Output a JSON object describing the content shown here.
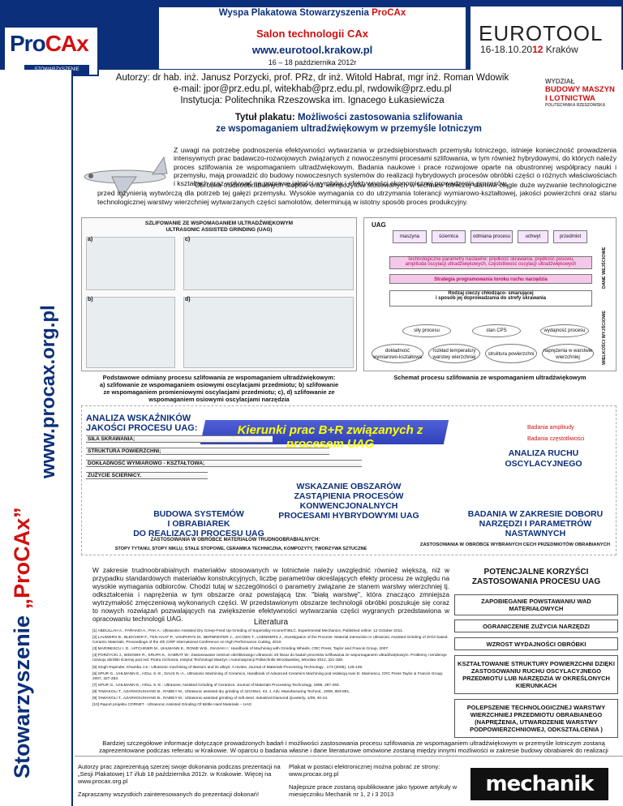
{
  "header": {
    "wystawa_prefix": "Wyspa Plakatowa Stowarzyszenia ",
    "wystawa_brand": "ProCAx",
    "salon": "Salon technologii CAx",
    "url": "www.eurotool.krakow.pl",
    "dates": "16 – 18 października 2012r"
  },
  "logo": {
    "pro": "Pro",
    "cax": "CAx",
    "sub": "STOWARZYSZENIE"
  },
  "eurotool": {
    "name": "EUROTOOL",
    "dates_prefix": "16-18.10.20",
    "dates_year": "12",
    "dates_city": " Kraków"
  },
  "side": {
    "name_prefix": "Stowarzyszenie ",
    "name_brand": "„ProCAx”",
    "url": "www.procax.org.pl"
  },
  "authors": {
    "line1": "Autorzy: dr hab. inż. Janusz Porzycki, prof. PRz, dr inż. Witold Habrat, mgr inż. Roman Wdowik",
    "line2": "e-mail: jpor@prz.edu.pl, witekhab@prz.edu.pl, rwdowik@prz.edu.pl",
    "line3": "Instytucja:  Politechnika Rzeszowska im. Ignacego Łukasiewicza"
  },
  "faculty": {
    "l1": "WYDZIAŁ",
    "l2": "BUDOWY MASZYN",
    "l3": "I LOTNICTWA",
    "l4": "POLITECHNIKA RZESZOWSKA"
  },
  "title": {
    "prefix": "Tytuł plakatu: ",
    "line1": "Możliwości zastosowania szlifowania",
    "line2": "ze wspomaganiem ultradźwiękowym w przemyśle lotniczym"
  },
  "intro": {
    "p1": "Z uwagi na potrzebę podnoszenia efektywności wytwarzania w przedsiębiorstwach przemysłu lotniczego, istnieje konieczność prowadzenia intensywnych prac badawczo-rozwojowych związanych z nowoczesnymi procesami szlifowania, w tym również hybrydowymi, do których należy proces szlifowania ze wspomaganiem ultradźwiękowym. Badania naukowe i prace rozwojowe oparte na obustronnej współpracy nauki i przemysłu, mają prowadzić do budowy nowoczesnych systemów do realizacji hybrydowych procesów obróbki części o różnych właściwościach i kształtach oraz wpływać na poprawę jakości wyrobów i efektywności ekonomicznej prowadzenia procesów.",
    "p2": "Obróbka trudnoobrabialnych stopów oraz kompozytów stosowanych w technice lotniczej stanowi ciągle duże wyzwanie technologiczne przed inżynierią wytwórczą dla potrzeb tej gałęzi przemysłu. Wysokie wymagania co do utrzymania tolerancji wymiarowo-kształtowej, jakości powierzchni oraz stanu technologicznej warstwy wierzchniej wytwarzanych części samolotów, determinują w istotny sposób proces produkcyjny."
  },
  "fig_left": {
    "title1": "SZLIFOWANIE ZE WSPOMAGANIEM ULTRADŹWIĘKOWYM",
    "title2": "ULTRASONIC ASSISTED GRINDING (UAG)",
    "a": "a)",
    "b": "b)",
    "c": "c)",
    "d": "d)",
    "caption1": "Podstawowe odmiany procesu szlifowania ze wspomaganiem ultradźwiękowym:",
    "caption2": "a) szlifowanie ze wspomaganiem osiowymi oscylacjami przedmiotu; b) szlifowanie",
    "caption3": "ze wspomaganiem promieniowymi oscylacjami przedmiotu; c), d) szlifowanie ze",
    "caption4": "wspomaganiem osiowymi oscylacjami narzędzia"
  },
  "fig_right": {
    "head": "UAG",
    "boxes": [
      "maszyna",
      "ściernica",
      "odmiana procesu",
      "uchwyt",
      "przedmiot"
    ],
    "params_line1": "Technologiczne parametry nastawne: prędkość skrawania, prędkość posuwu,",
    "params_line2": "amplituda oscylacji ultradźwiękowych, częstotliwość oscylacji ultradźwiękowych",
    "strategy": "Strategia programowania toroku ruchu narzędzia",
    "coolant1": "Rodzaj cieczy chłodząco- smarującej",
    "coolant2": "i sposób jej doprowadzania do strefy skrawania",
    "ovals": [
      "siły procesu",
      "stan CPS",
      "wydajność procesu"
    ],
    "outputs": [
      "dokładność wymiarowo-kształtowa",
      "rozkład temperatury warstwy wierzchniej",
      "struktura powierzchni",
      "naprężenia w warstwie wierzchniej"
    ],
    "input_label": "DANE WEJŚCIOWE",
    "output_label": "WIELKOŚCI WYJŚCIOWE",
    "caption": "Schemat procesu szlifowania ze wspomaganiem ultradźwiękowym"
  },
  "middle": {
    "analiza1": "ANALIZA WSKAŹNIKÓW",
    "analiza2": "JAKOŚCI PROCESU UAG:",
    "banner": "Kierunki prac B+R związanych z procesem UAG",
    "sila": "SIŁA SKRAWANIA;",
    "struktura": "STRUKTURA POWIERZCHNI;",
    "dokladnosc": "DOKŁADNOŚĆ WYMIAROWO - KSZTAŁTOWA;",
    "zuzycie": "ZUŻYCIE ŚCIERNICY.",
    "amplitudy": "Badania amplitudy",
    "czestotliwosci": "Badania częstotliwości",
    "ruch1": "ANALIZA RUCHU",
    "ruch2": "OSCYLACYJNEGO",
    "wskazanie1": "WSKAZANIE OBSZARÓW",
    "wskazanie2": "ZASTĄPIENIA PROCESÓW",
    "wskazanie3": "KONWENCJONALNYCH",
    "wskazanie4": "PROCESAMI HYBRYDOWYMI UAG",
    "budowa1": "BUDOWA SYSTEMÓW",
    "budowa2": "I OBRABIAREK",
    "budowa3": "DO REALIZACJI PROCESU UAG",
    "doboru1": "BADANIA W ZAKRESIE DOBORU",
    "doboru2": "NARZĘDZI I PARAMETRÓW",
    "doboru3": "NASTAWNYCH",
    "zast1": "ZASTOSOWANIA W OBRÓBCE MATERIAŁÓW TRUDNOOBRABIALNYCH:",
    "zast2": "STOPY TYTANU, STOPY NIKLU, STALE STOPOWE, CERAMIKA TECHNICZNA, KOMPOZYTY, TWORZYWA SZTUCZNE",
    "zast3": "ZASTOSOWANIA W OBRÓBCE WYBRANYCH CECH PRZEDMIOTÓW OBRABIANYCH"
  },
  "summary": "W zakresie trudnoobrabialnych materiałów stosowanych w lotnictwie należy uwzględnić również większą, niż w przypadku standardowych materiałów konstrukcyjnych, liczbę parametrów określających efekty procesu ze względu na wysokie wymagania odbiorców. Chodzi tutaj w szczególności o parametry związane ze stanem warstwy wierzchniej tj. odkształcenia i naprężenia w tym obszarze oraz powstającą tzw. \"białą warstwę\", która znacząco zmniejsza wytrzymałość zmęczeniową wykonanych części. W przedstawionym obszarze technologii obróbki poszukuje się coraz to nowych rozwiązań pozwalających na zwiększenie efektywności wytwarzania części wygranych przedstawiona w opracowaniu technologii UAG.",
  "literatura": "Literatura",
  "refs": [
    "[1] ABDULLAH A., FARHADI A., PAK A.: Ultrasonic-Assisted Dry Creep-Feed Up-Grinding of Superalloy Inconel738LC. Experimental Mechanics, Published online: 12 October 2011.",
    "[2] LAUWERS B., BLEICHER F., TEN HAAF P., VANPARYS M., BERNREITER J., JACOBS T., LOENDERS J., Investigation of the Process- Material Interaction in Ultrasonic Assisted Grinding of ZrO2 based Ceramic Materials. Proceedings of the 4th CIRP International Conference on High Performance Cutting, 2010.",
    "[3] MARINESCU I. D., HITCHINER M., UHLMANN E., ROWE W.B., INASAKI I.: Handbook of Machining with Grinding Wheels. CRC Press, Taylor and Francis Group, 2007.",
    "[4] PORZYCKI J., WDOWIK R., KRUPA K., HABRAT W.: Zastosowanie centrum obróbkowego Ultrasonic 20 linear do badań procesów szlifowania ze wspomaganiem ultradźwiękowym. Problemy i tendencje rozwoju obróbki ściernej pod red. Piotra Cichosza, Instytut Technologii Maszyn i Automatyzacji Politechniki Wrocławskiej, Wrocław 2012, 321-328.",
    "[5] Singh Rupinder, Khamba J.S.: Ultrasonic machining of titanium and its alloys: A review. Journal of Materials Processing Technology , 173 (2006), 125-135.",
    "[6] SPUR G., UHLMANN E., HOLL S.-E., DAUS N.-A., Ultrasonic Machining of Ceramics, Handbook of Advanced Ceramics Machining pod redakcją Ioan D. Marinescu, CRC Press Taylor & Francis Group, 2007, 327-353.",
    "[7] SPUR G., UHLMANN E., HOLL S.-E.: Ultrasonic Assisted Grinding of Ceramics. Journal of Materials Processing Technology, 1996, 287-293.",
    "[8] TAWAKOLI T., AZARHOUSHANG B., RABIEY M., Ultrasonic assisted dry grinding of 42CrMo4. Int. J. Adv. Manufacturing Technol., 2009, 883-891.",
    "[9] TAWAKOLI T., AZARHOUSHANG B., RABIEY M.: Ultrasonic-assisted grinding of soft steel. Industrial Diamond Quarterly, 1/09, 40-44.",
    "[10] Raport projektu CORNET - Ultrasonic Assisted Grinding Of Brittle Hard Materials – UAG"
  ],
  "right_panel": {
    "head1": "POTENCJALNE KORZYŚCI",
    "head2": "ZASTOSOWANIA PROCESU UAG",
    "boxes": [
      "ZAPOBIEGANIE POWSTAWANIU WAD MATERIAŁOWYCH",
      "OGRANICZENIE ZUŻYCIA NARZĘDZI",
      "WZROST WYDAJNOŚCI OBRÓBKI",
      "KSZTAŁTOWANIE STRUKTURY POWIERZCHNI DZIĘKI ZASTOSOWANIU RUCHU OSCYLACYJNEGO PRZEDMIOTU LUB NARZĘDZIA W OKREŚLONYCH KIERUNKACH",
      "POLEPSZENIE TECHNOLOGICZNEJ WARSTWY WIERZCHNIEJ PRZEDMIOTU OBRABIANEGO (NAPRĘŻENIA, UTWARDZENIE WARSTWY PODPOWIERZCHNIOWEJ, ODKSZTAŁCENIA )"
    ]
  },
  "closing": "Bardziej szczegółowe informacje dotyczące prowadzonych badań i możliwości zastosowania procesu szlifowania ze wspomaganiem ultradźwiękowym w przemyśle lotniczym zostaną zaprezentowane podczas referatu w Krakowie. W oparciu o badania własne i dane literaturowe omówione zostaną między innymi możliwości w zakresie budowy obrabiarek do realizacji procesu, doboru narzędzi ściernych i parametrów technologicznych obróbki.",
  "footer": {
    "left1": "Autorzy prac zaprezentują szerzej swoje dokonania podczas prezentacji na „Sesji Plakatowej 17 i/lub 18 października 2012r. w Krakowie. Więcej na  www.procax.org.pl",
    "left2": "Zapraszamy wszystkich zainteresowanych do prezentacji dokonań!",
    "mid1": "Plakat w postaci elektronicznej można pobrać ze strony: www.procax.org.pl",
    "mid2": "Najlepsze prace zostaną opublikowane jako typowe artykuły w miesięczniku Mechanik nr 1, 2 i 3 2013",
    "mechanik": "mechanik"
  }
}
